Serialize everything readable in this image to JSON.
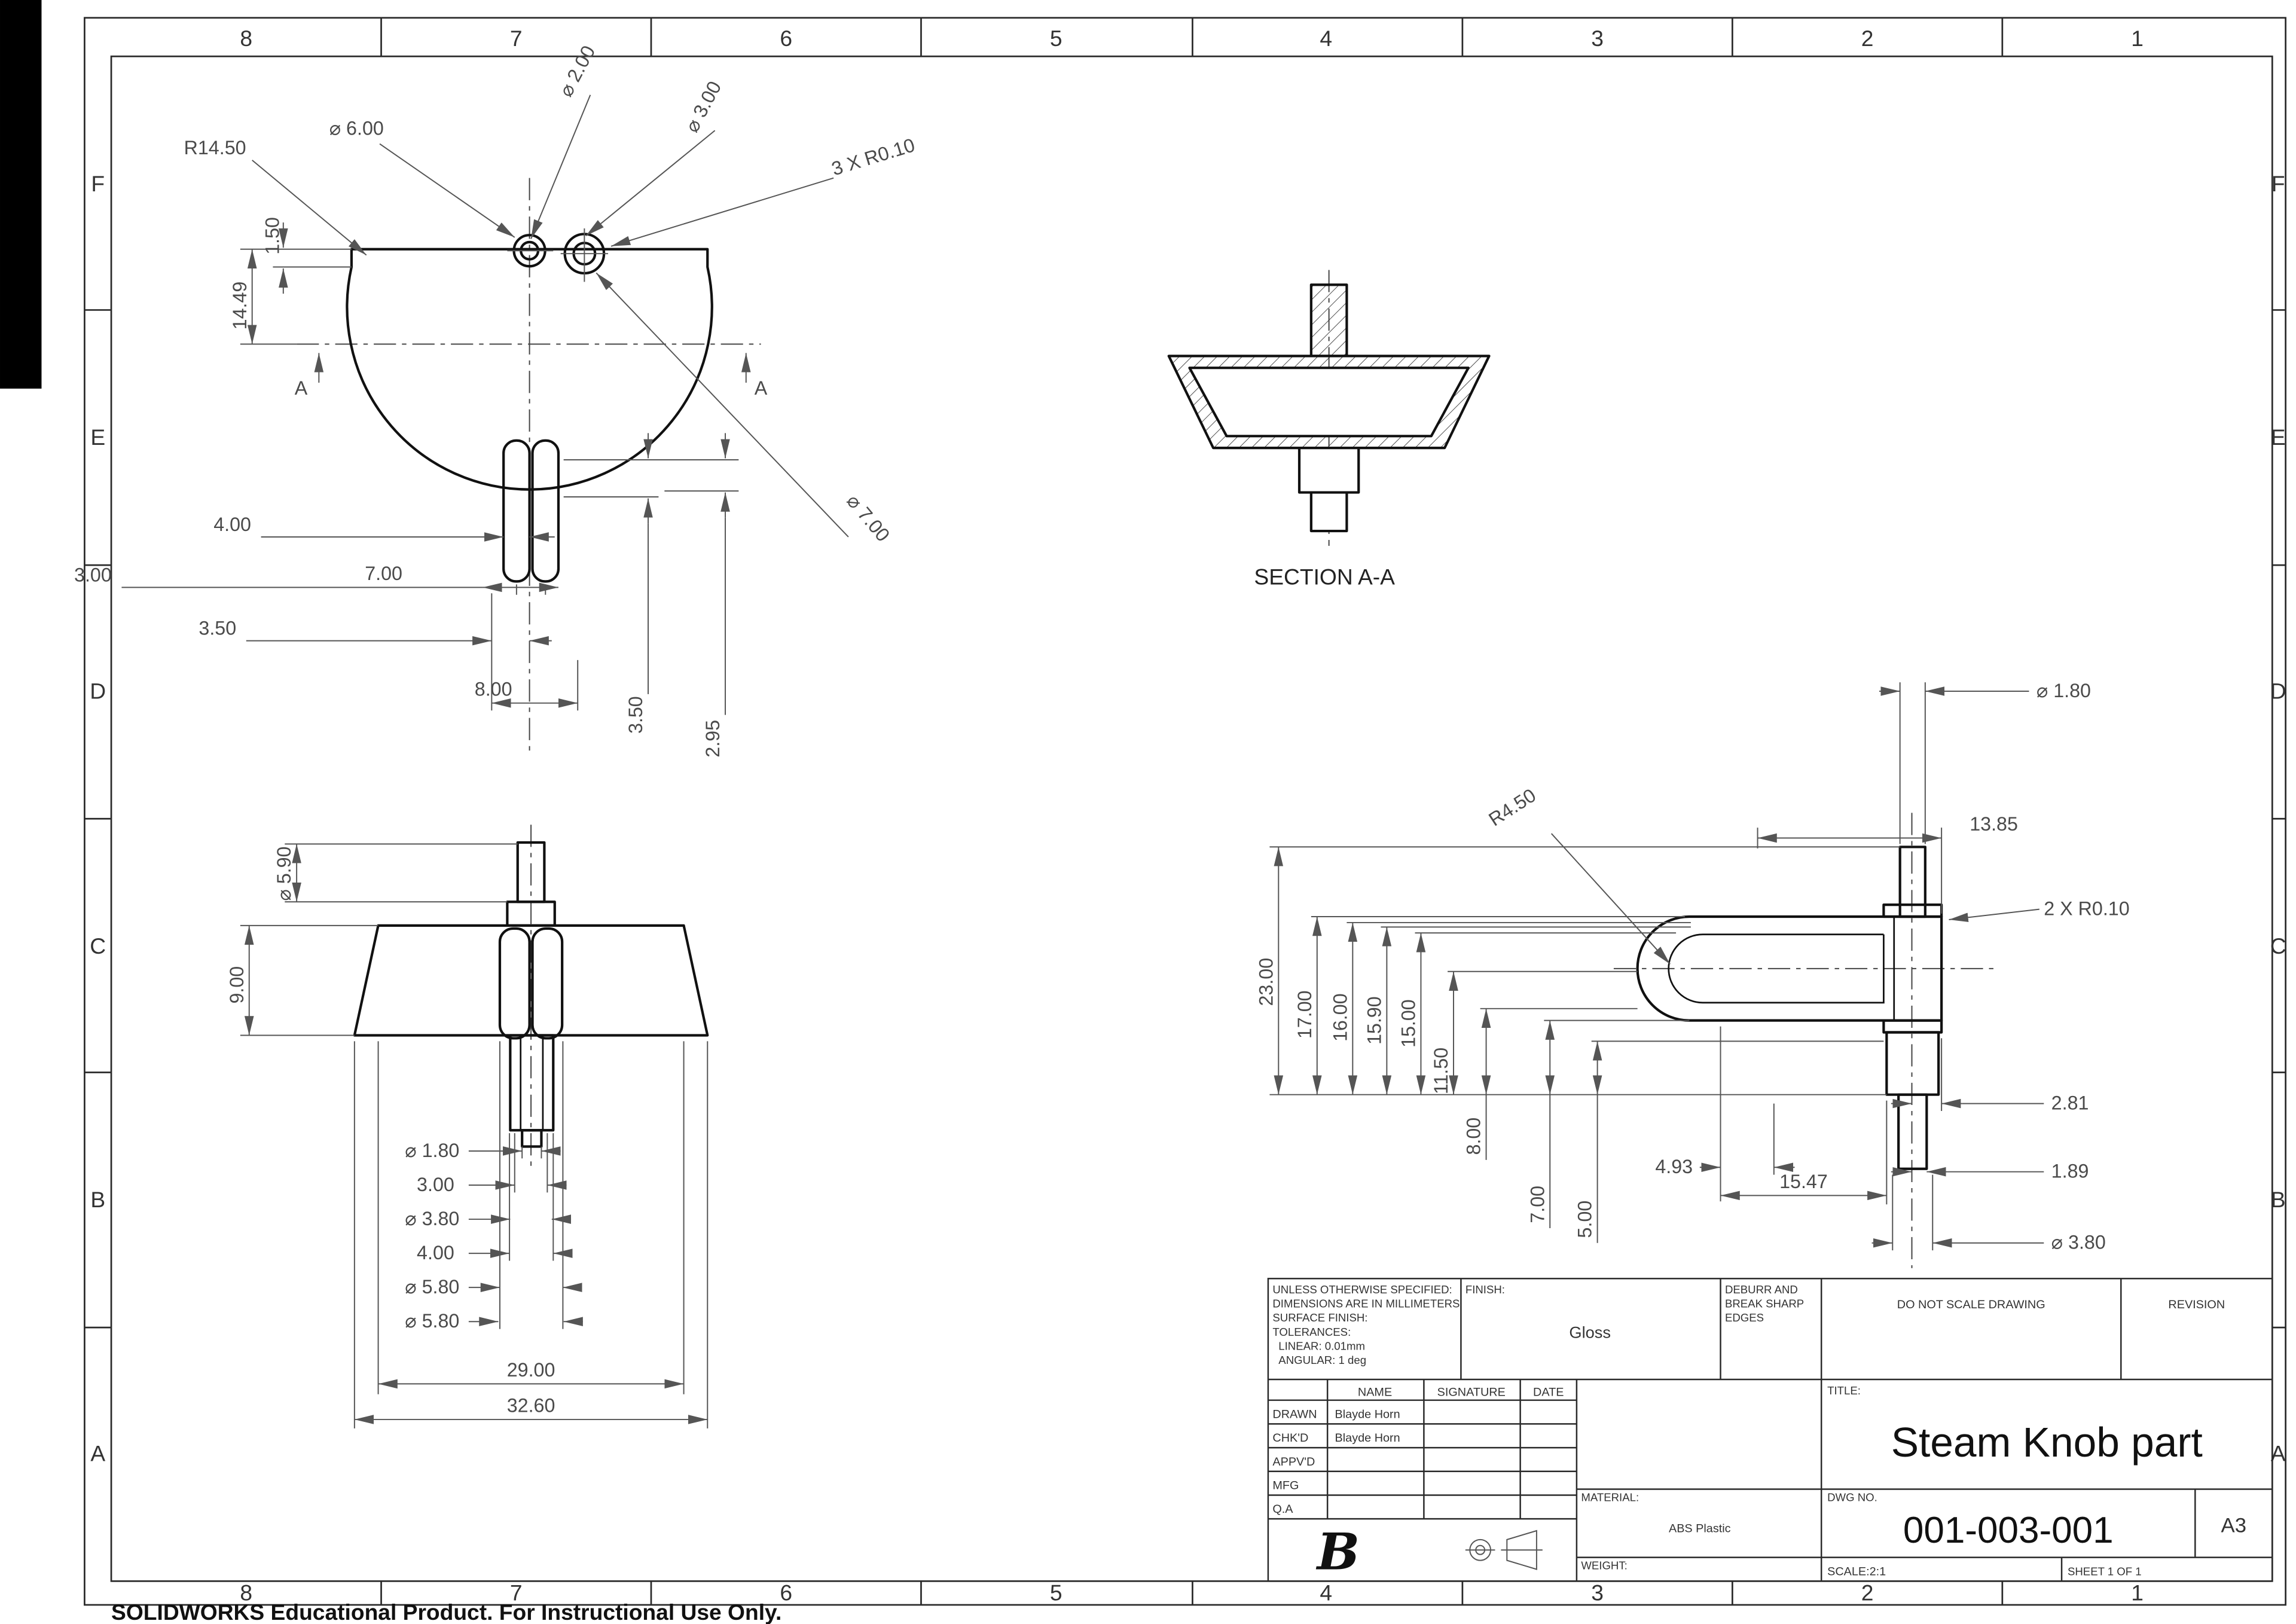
{
  "sheet": {
    "columns": [
      "8",
      "7",
      "6",
      "5",
      "4",
      "3",
      "2",
      "1"
    ],
    "rows": [
      "F",
      "E",
      "D",
      "C",
      "B",
      "A"
    ],
    "footer": "SOLIDWORKS Educational Product. For Instructional Use Only."
  },
  "views": {
    "front": {
      "dim_r14_50": "R14.50",
      "dim_d6": "⌀ 6.00",
      "dim_d2": "⌀ 2.00",
      "dim_d3": "⌀ 3.00",
      "dim_3xr010": "3 X R0.10",
      "dim_d7": "⌀ 7.00",
      "dim_1_50": "1.50",
      "dim_14_49": "14.49",
      "dim_4_00": "4.00",
      "dim_3_00": "3.00",
      "dim_7_00": "7.00",
      "dim_3_50a": "3.50",
      "dim_8_00": "8.00",
      "dim_3_50b": "3.50",
      "dim_2_95": "2.95",
      "section_label_left": "A",
      "section_label_right": "A"
    },
    "section": {
      "label": "SECTION A-A"
    },
    "bottom": {
      "dim_d5_90": "⌀ 5.90",
      "dim_9_00": "9.00",
      "dim_d1_80": "⌀ 1.80",
      "dim_3_00": "3.00",
      "dim_d3_80": "⌀ 3.80",
      "dim_4_00": "4.00",
      "dim_d5_80a": "⌀ 5.80",
      "dim_d5_80b": "⌀ 5.80",
      "dim_29_00": "29.00",
      "dim_32_60": "32.60"
    },
    "side": {
      "dim_d1_80": "⌀ 1.80",
      "dim_13_85": "13.85",
      "dim_r4_50": "R4.50",
      "dim_2xr010": "2 X R0.10",
      "dim_23_00": "23.00",
      "dim_17_00": "17.00",
      "dim_16_00": "16.00",
      "dim_15_90": "15.90",
      "dim_15_00": "15.00",
      "dim_11_50": "11.50",
      "dim_8_00": "8.00",
      "dim_7_00": "7.00",
      "dim_5_00": "5.00",
      "dim_4_93": "4.93",
      "dim_15_47": "15.47",
      "dim_2_81": "2.81",
      "dim_1_89": "1.89",
      "dim_d3_80": "⌀ 3.80"
    }
  },
  "title_block": {
    "spec_lines": [
      "UNLESS OTHERWISE SPECIFIED:",
      "DIMENSIONS ARE IN MILLIMETERS",
      "SURFACE FINISH:",
      "TOLERANCES:",
      "LINEAR: 0.01mm",
      "ANGULAR: 1 deg"
    ],
    "finish_label": "FINISH:",
    "finish_value": "Gloss",
    "deburr_lines": [
      "DEBURR AND",
      "BREAK SHARP",
      "EDGES"
    ],
    "do_not_scale": "DO NOT SCALE DRAWING",
    "revision_label": "REVISION",
    "name_col": "NAME",
    "signature_col": "SIGNATURE",
    "date_col": "DATE",
    "row_drawn": "DRAWN",
    "row_chkd": "CHK'D",
    "row_appvd": "APPV'D",
    "row_mfg": "MFG",
    "row_qa": "Q.A",
    "drawn_name": "Blayde Horn",
    "chkd_name": "Blayde Horn",
    "title_label": "TITLE:",
    "title": "Steam Knob part",
    "material_label": "MATERIAL:",
    "material": "ABS Plastic",
    "weight_label": "WEIGHT:",
    "dwg_label": "DWG NO.",
    "dwg_no": "001-003-001",
    "size": "A3",
    "scale": "SCALE:2:1",
    "sheet_of": "SHEET 1 OF 1"
  }
}
